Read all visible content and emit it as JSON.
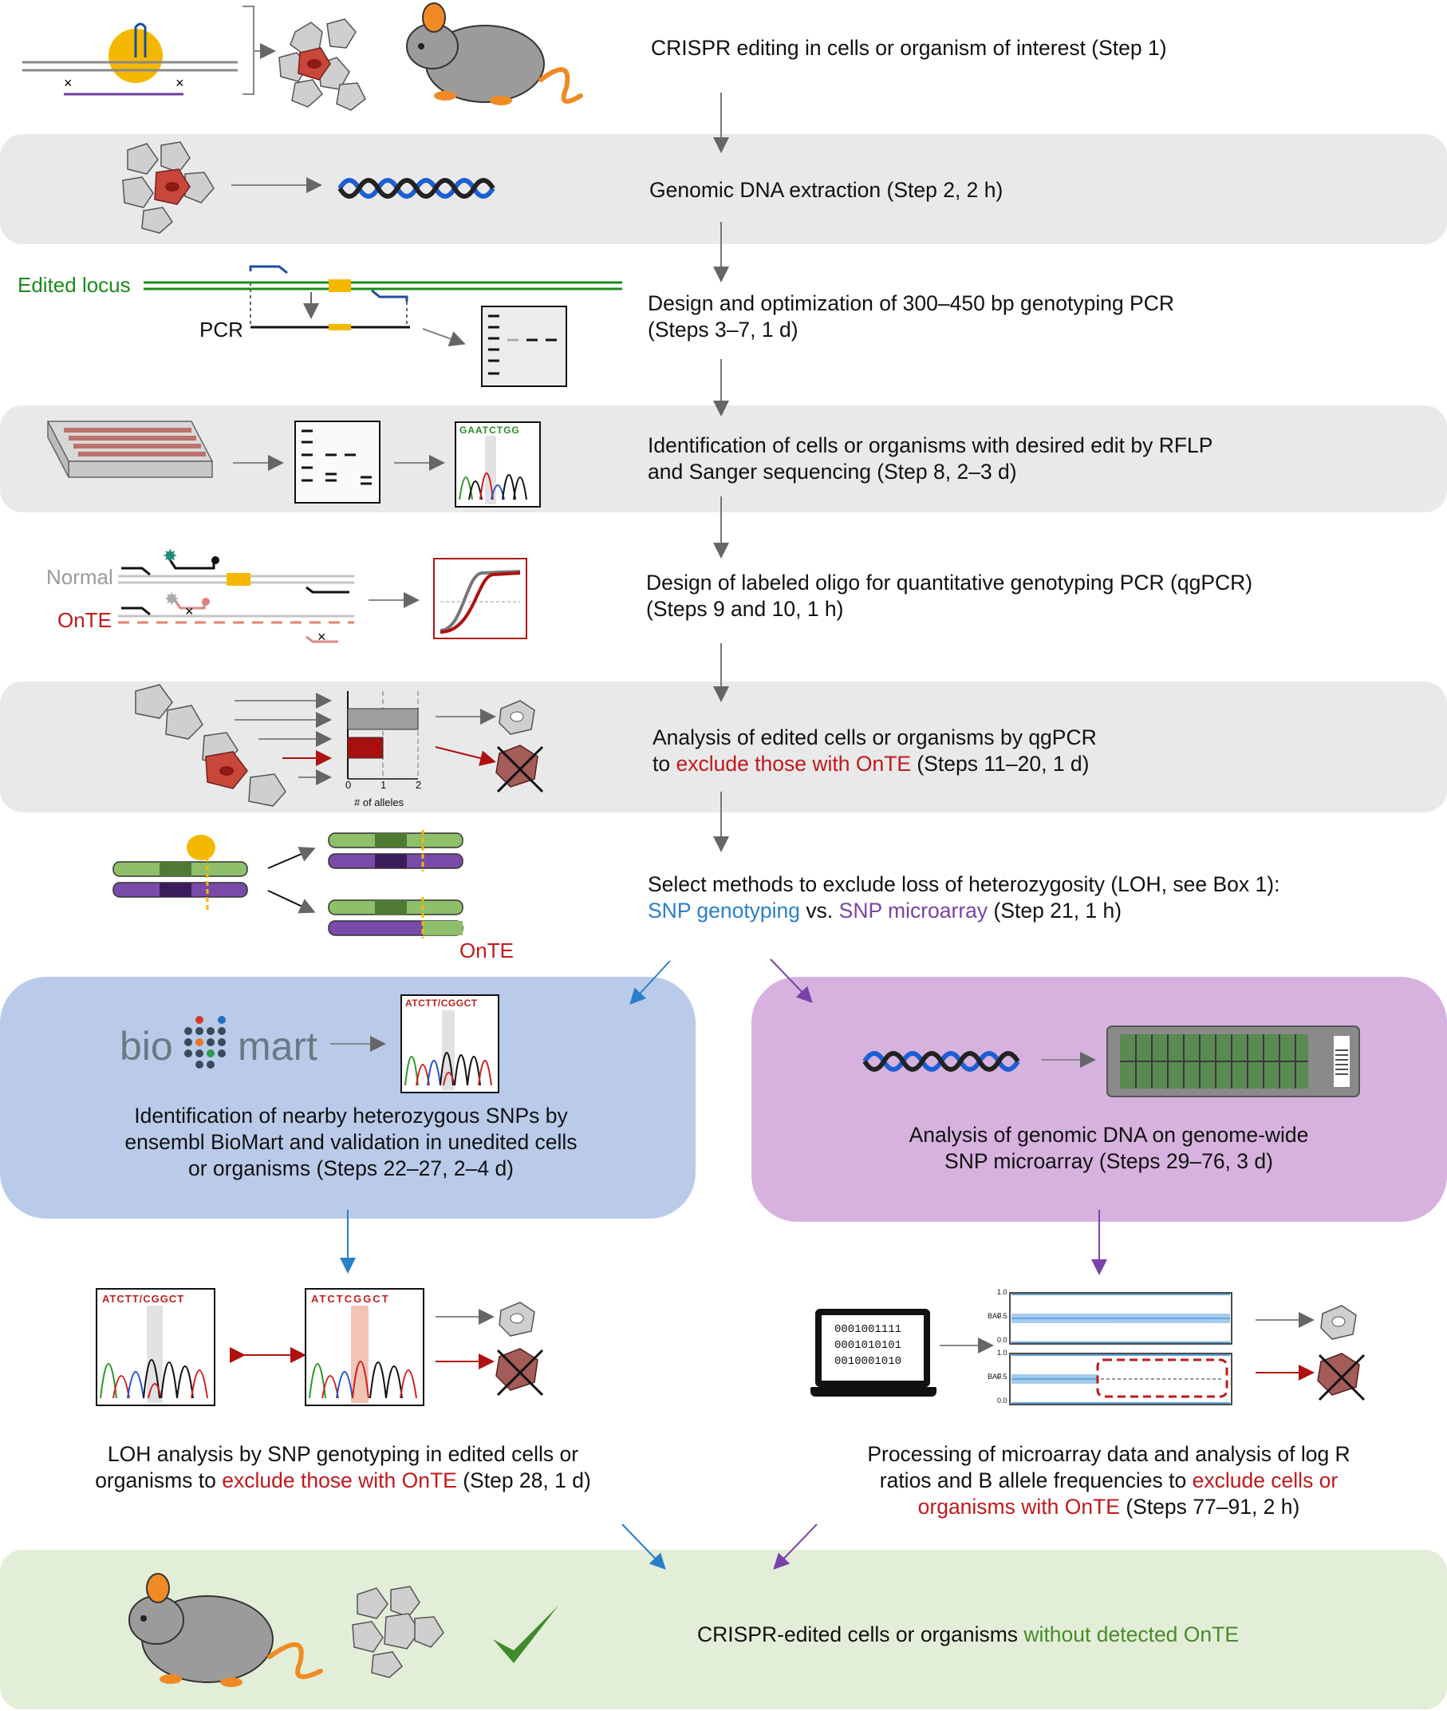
{
  "steps": {
    "s1": "CRISPR editing in cells or organism of interest (Step 1)",
    "s2": "Genomic DNA extraction (Step 2, 2 h)",
    "s3_line1": "Design and optimization of 300–450 bp genotyping PCR",
    "s3_line2": "(Steps 3–7, 1 d)",
    "s4_line1": "Identification of cells or organisms with desired edit by RFLP",
    "s4_line2": "and Sanger sequencing (Step 8, 2–3 d)",
    "s5_line1": "Design of labeled oligo for quantitative genotyping PCR (qgPCR)",
    "s5_line2": "(Steps 9 and 10, 1 h)",
    "s6_line1": "Analysis of edited cells or organisms by qgPCR",
    "s6_pre": "to ",
    "s6_red": "exclude those with OnTE",
    "s6_post": " (Steps 11–20, 1 d)",
    "s7_line1": "Select methods to exclude loss of heterozygosity (LOH, see Box 1):",
    "s7_blue": "SNP genotyping",
    "s7_mid": " vs. ",
    "s7_purple": "SNP microarray",
    "s7_post": " (Step 21, 1 h)",
    "s8_line1": "Identification of nearby heterozygous SNPs by",
    "s8_line2": "ensembl BioMart and validation in unedited cells",
    "s8_line3": "or organisms (Steps 22–27, 2–4 d)",
    "s9_line1": "Analysis of genomic DNA on genome-wide",
    "s9_line2": "SNP microarray (Steps 29–76, 3 d)",
    "s10_line1": "LOH analysis by SNP genotyping in edited cells or",
    "s10_pre": "organisms to ",
    "s10_red": "exclude those with OnTE",
    "s10_post": " (Step 28, 1 d)",
    "s11_line1": "Processing of microarray data and analysis of log R",
    "s11_pre": "ratios and B allele frequencies to ",
    "s11_red1": "exclude cells or",
    "s11_red2": "organisms with OnTE",
    "s11_post": " (Steps 77–91, 2 h)",
    "s12_pre": "CRISPR-edited cells or organisms ",
    "s12_green": "without detected OnTE"
  },
  "labels": {
    "edited_locus": "Edited locus",
    "pcr": "PCR",
    "normal": "Normal",
    "onte": "OnTE",
    "onte_chrom": "OnTE",
    "alleles_axis": "# of alleles",
    "axis_ticks": [
      "0",
      "1",
      "2"
    ],
    "biomart_bio": "bio",
    "biomart_mart": "mart",
    "sanger_seq": "GAATCTGG",
    "seq_a": "ATCTT/CGGCT",
    "seq_b": "ATCTT/CGGCT",
    "seq_c": "ATCTCGGCT",
    "binary": [
      "0001001111",
      "0001010101",
      "0010001010"
    ],
    "baf_ticks": [
      "1.0",
      "0.5",
      "0.0"
    ],
    "baf_label": "BAF"
  },
  "colors": {
    "gray_band": "#e9e9e9",
    "blue_panel": "#b9cbe9",
    "purple_panel": "#d7b2de",
    "green_band": "#e3eed8",
    "red": "#c0191c",
    "blue": "#2a7fc9",
    "purple": "#7a43a8",
    "green": "#4a8a2c"
  },
  "qgpcr_bars": [
    {
      "label": "normal",
      "alleles": 2
    },
    {
      "label": "onte",
      "alleles": 1
    }
  ]
}
